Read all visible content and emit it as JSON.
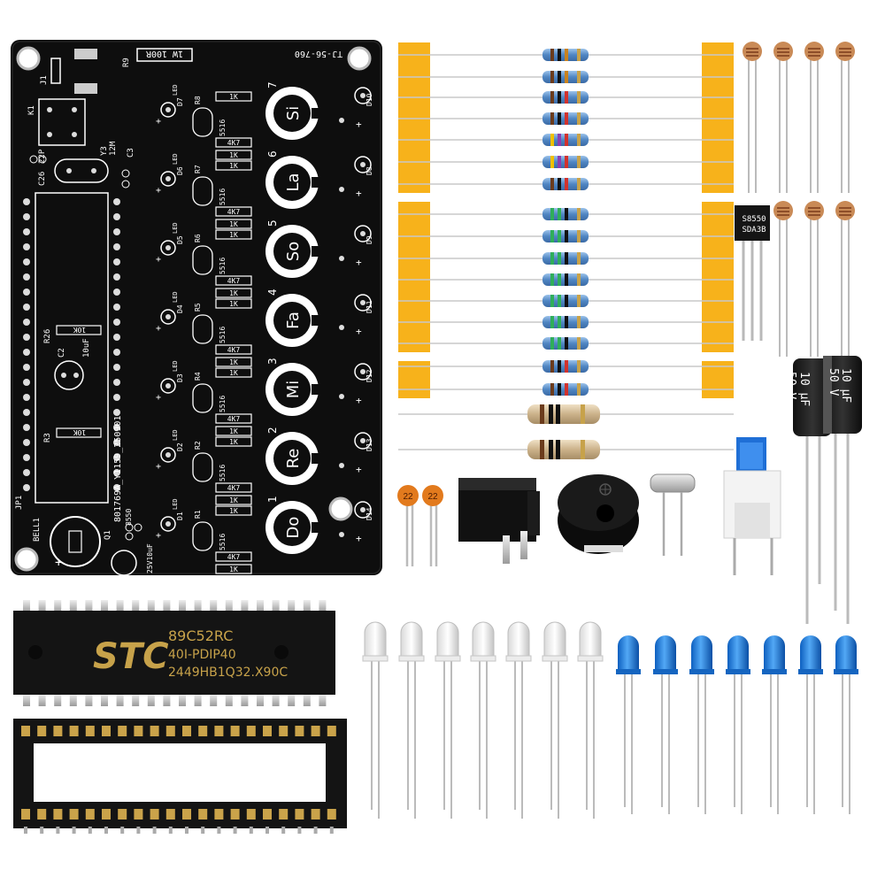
{
  "pcb": {
    "model": "801769A_Y1159_250901",
    "version": "TJ-56-760",
    "resistor_label": "1W 100R",
    "jp1": "JP1",
    "bell": "BELL1",
    "x_label": "K1",
    "y_label": "Y3",
    "y_freq": "12M",
    "c_label": "C26",
    "c_val": "22P",
    "c3_label": "C3",
    "c2_label": "C2",
    "c2_val": "10uF",
    "c1_val": "25V10uF",
    "r26": "R26",
    "r26_val": "10K",
    "r3": "R3",
    "r3_val": "10K",
    "r9": "R9",
    "j1": "J1",
    "q1": "Q1",
    "q1_val": "8550",
    "plus": "+",
    "touch_keys": [
      {
        "num": "1",
        "note": "Do"
      },
      {
        "num": "2",
        "note": "Re"
      },
      {
        "num": "3",
        "note": "Mi"
      },
      {
        "num": "4",
        "note": "Fa"
      },
      {
        "num": "5",
        "note": "So"
      },
      {
        "num": "6",
        "note": "La"
      },
      {
        "num": "7",
        "note": "Si"
      }
    ],
    "led_pairs": [
      {
        "d": "D7",
        "led": "LED",
        "r1": "R8",
        "r2": "1K"
      },
      {
        "d": "D6",
        "led": "LED",
        "r1": "R7",
        "r2": "1K"
      },
      {
        "d": "D5",
        "led": "LED",
        "r1": "R6",
        "r2": "1K"
      },
      {
        "d": "D4",
        "led": "LED",
        "r1": "R5",
        "r2": "1K"
      },
      {
        "d": "D3",
        "led": "LED",
        "r1": "R4",
        "r2": "1K"
      },
      {
        "d": "D2",
        "led": "LED",
        "r1": "R2",
        "r2": "1K"
      },
      {
        "d": "D1",
        "led": "LED",
        "r1": "R1",
        "r2": "1K"
      }
    ],
    "right_leds": [
      "D10",
      "D8",
      "D9",
      "D11",
      "D12",
      "D13",
      "D14"
    ],
    "res_4k7": "4K7",
    "ldr": "5516"
  },
  "chip": {
    "brand": "STC",
    "part": "89C52RC",
    "package": "40I-PDIP40",
    "lot": "2449HB1Q32.X90C"
  },
  "transistor": {
    "line1": "S8550",
    "line2": "SDA3B"
  },
  "capacitor_labels": [
    {
      "line1": "10 µF",
      "line2": "50 V"
    },
    {
      "line1": "10 µF",
      "line2": "50 V"
    }
  ],
  "ceramic_caps": [
    "22",
    "22"
  ],
  "colors": {
    "pcb": "#101010",
    "silk": "#ffffff",
    "tape": "#f7b21b",
    "blue_led": "#1e88e5",
    "resistor_body": "#5b8fc9"
  },
  "icons": {
    "touch_pad": "touch-pad-icon",
    "led": "led-icon",
    "resistor": "resistor-icon",
    "buzzer": "buzzer-icon",
    "switch": "push-switch-icon"
  }
}
